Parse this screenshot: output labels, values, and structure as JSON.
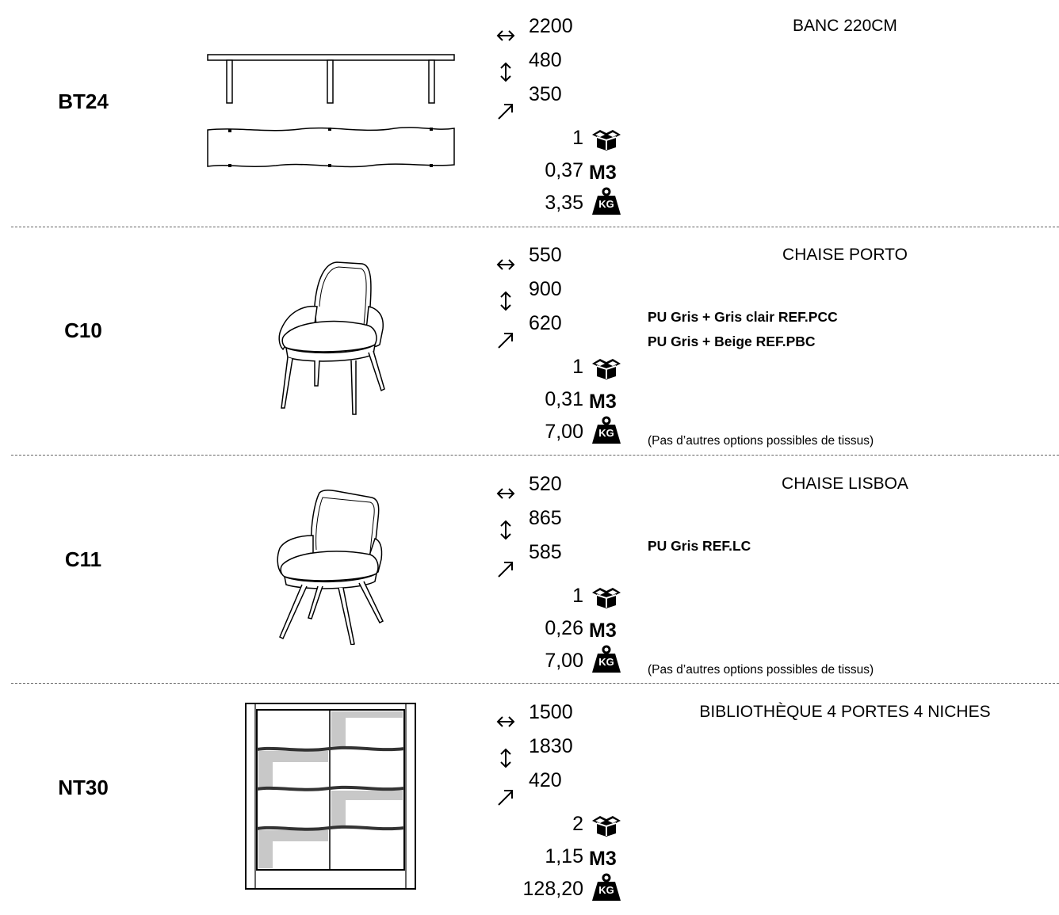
{
  "icons": {
    "width": "width-arrow-icon",
    "height": "height-arrow-icon",
    "depth": "depth-arrow-icon",
    "packages": "box-icon",
    "weight": "kg-weight-icon"
  },
  "units": {
    "volume": "M3",
    "weight_badge": "KG"
  },
  "products": [
    {
      "code": "BT24",
      "title": "BANC 220CM",
      "width": "2200",
      "height": "480",
      "depth": "350",
      "packages": "1",
      "volume": "0,37",
      "weight": "3,35",
      "options": [],
      "note": ""
    },
    {
      "code": "C10",
      "title": "CHAISE PORTO",
      "width": "550",
      "height": "900",
      "depth": "620",
      "packages": "1",
      "volume": "0,31",
      "weight": "7,00",
      "options": [
        "PU Gris + Gris clair REF.PCC",
        "PU Gris + Beige REF.PBC"
      ],
      "note": "(Pas d’autres options possibles de tissus)"
    },
    {
      "code": "C11",
      "title": "CHAISE LISBOA",
      "width": "520",
      "height": "865",
      "depth": "585",
      "packages": "1",
      "volume": "0,26",
      "weight": "7,00",
      "options": [
        "PU Gris REF.LC"
      ],
      "note": "(Pas d’autres options possibles de tissus)"
    },
    {
      "code": "NT30",
      "title": "BIBLIOTHÈQUE 4 PORTES 4 NICHES",
      "width": "1500",
      "height": "1830",
      "depth": "420",
      "packages": "2",
      "volume": "1,15",
      "weight": "128,20",
      "options": [],
      "note": ""
    }
  ]
}
